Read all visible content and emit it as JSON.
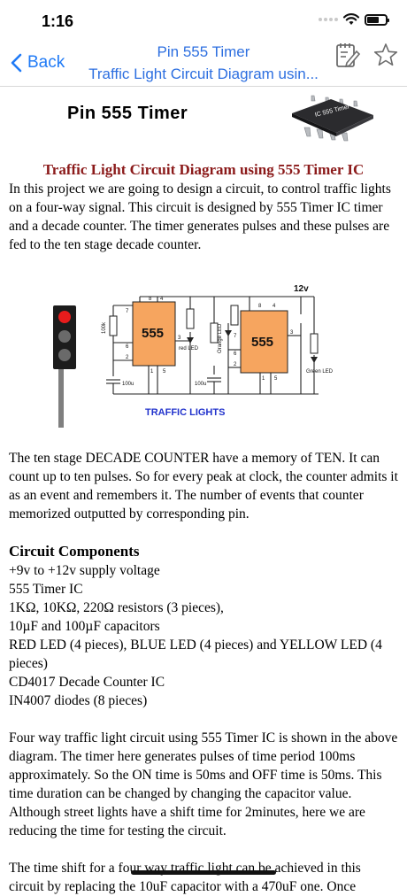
{
  "status_bar": {
    "time": "1:16"
  },
  "nav": {
    "back_label": "Back",
    "title_line1": "Pin 555 Timer",
    "title_line2": "Traffic Light Circuit Diagram usin..."
  },
  "header": {
    "pin_title": "Pin 555 Timer",
    "chip_label": "IC 555 Timer"
  },
  "article": {
    "title": "Traffic Light Circuit Diagram using 555 Timer IC",
    "intro": "In this project we are going to design a circuit, to control traffic lights on a four-way signal. This circuit is designed by 555 Timer IC timer and a decade counter.  The timer generates pulses and these pulses are fed to the ten stage decade counter.",
    "diagram": {
      "supply": "12v",
      "chip1": "555",
      "chip2": "555",
      "caption": "TRAFFIC LIGHTS",
      "cap1": "100u",
      "cap2": "100u",
      "r1": "100k",
      "red_led": "red LED",
      "orange_led": "Orange LED",
      "green_led": "Green LED",
      "pin7a": "7",
      "pin6a": "6",
      "pin2a": "2",
      "pin8a": "8",
      "pin4a": "4",
      "pin3a": "3",
      "pin1a": "1",
      "pin5a": "5",
      "pin7b": "7",
      "pin6b": "6",
      "pin2b": "2",
      "pin8b": "8",
      "pin4b": "4",
      "pin3b": "3",
      "pin1b": "1",
      "pin5b": "5"
    },
    "para2": "The ten stage DECADE COUNTER have a memory of TEN. It can count up to ten pulses. So for every peak at clock, the counter admits it as an event and remembers it. The number of events that counter memorized outputted by corresponding pin.",
    "components_title": "Circuit Components",
    "components": [
      "+9v to +12v supply voltage",
      "555 Timer IC",
      "1KΩ, 10KΩ, 220Ω resistors (3 pieces),",
      "10µF and 100µF capacitors",
      "RED LED (4 pieces), BLUE LED (4 pieces) and YELLOW LED (4 pieces)",
      "CD4017 Decade Counter IC",
      "IN4007 diodes (8 pieces)"
    ],
    "para3": "Four way traffic light circuit using 555 Timer IC is shown in the above diagram. The timer here generates pulses of time period 100ms approximately. So the ON time is 50ms and OFF time is 50ms. This time duration can be changed by changing the capacitor value. Although street lights have a shift time for 2minutes, here we are reducing the time for testing the circuit.",
    "para4": "The time shift for a four way traffic light can be achieved in this circuit by replacing the 10uF capacitor with a 470uF one. Once"
  },
  "colors": {
    "accent": "#1f7af6",
    "title_red": "#8b1a1a",
    "chip_fill": "#f6a55f",
    "caption_blue": "#2233cc"
  }
}
